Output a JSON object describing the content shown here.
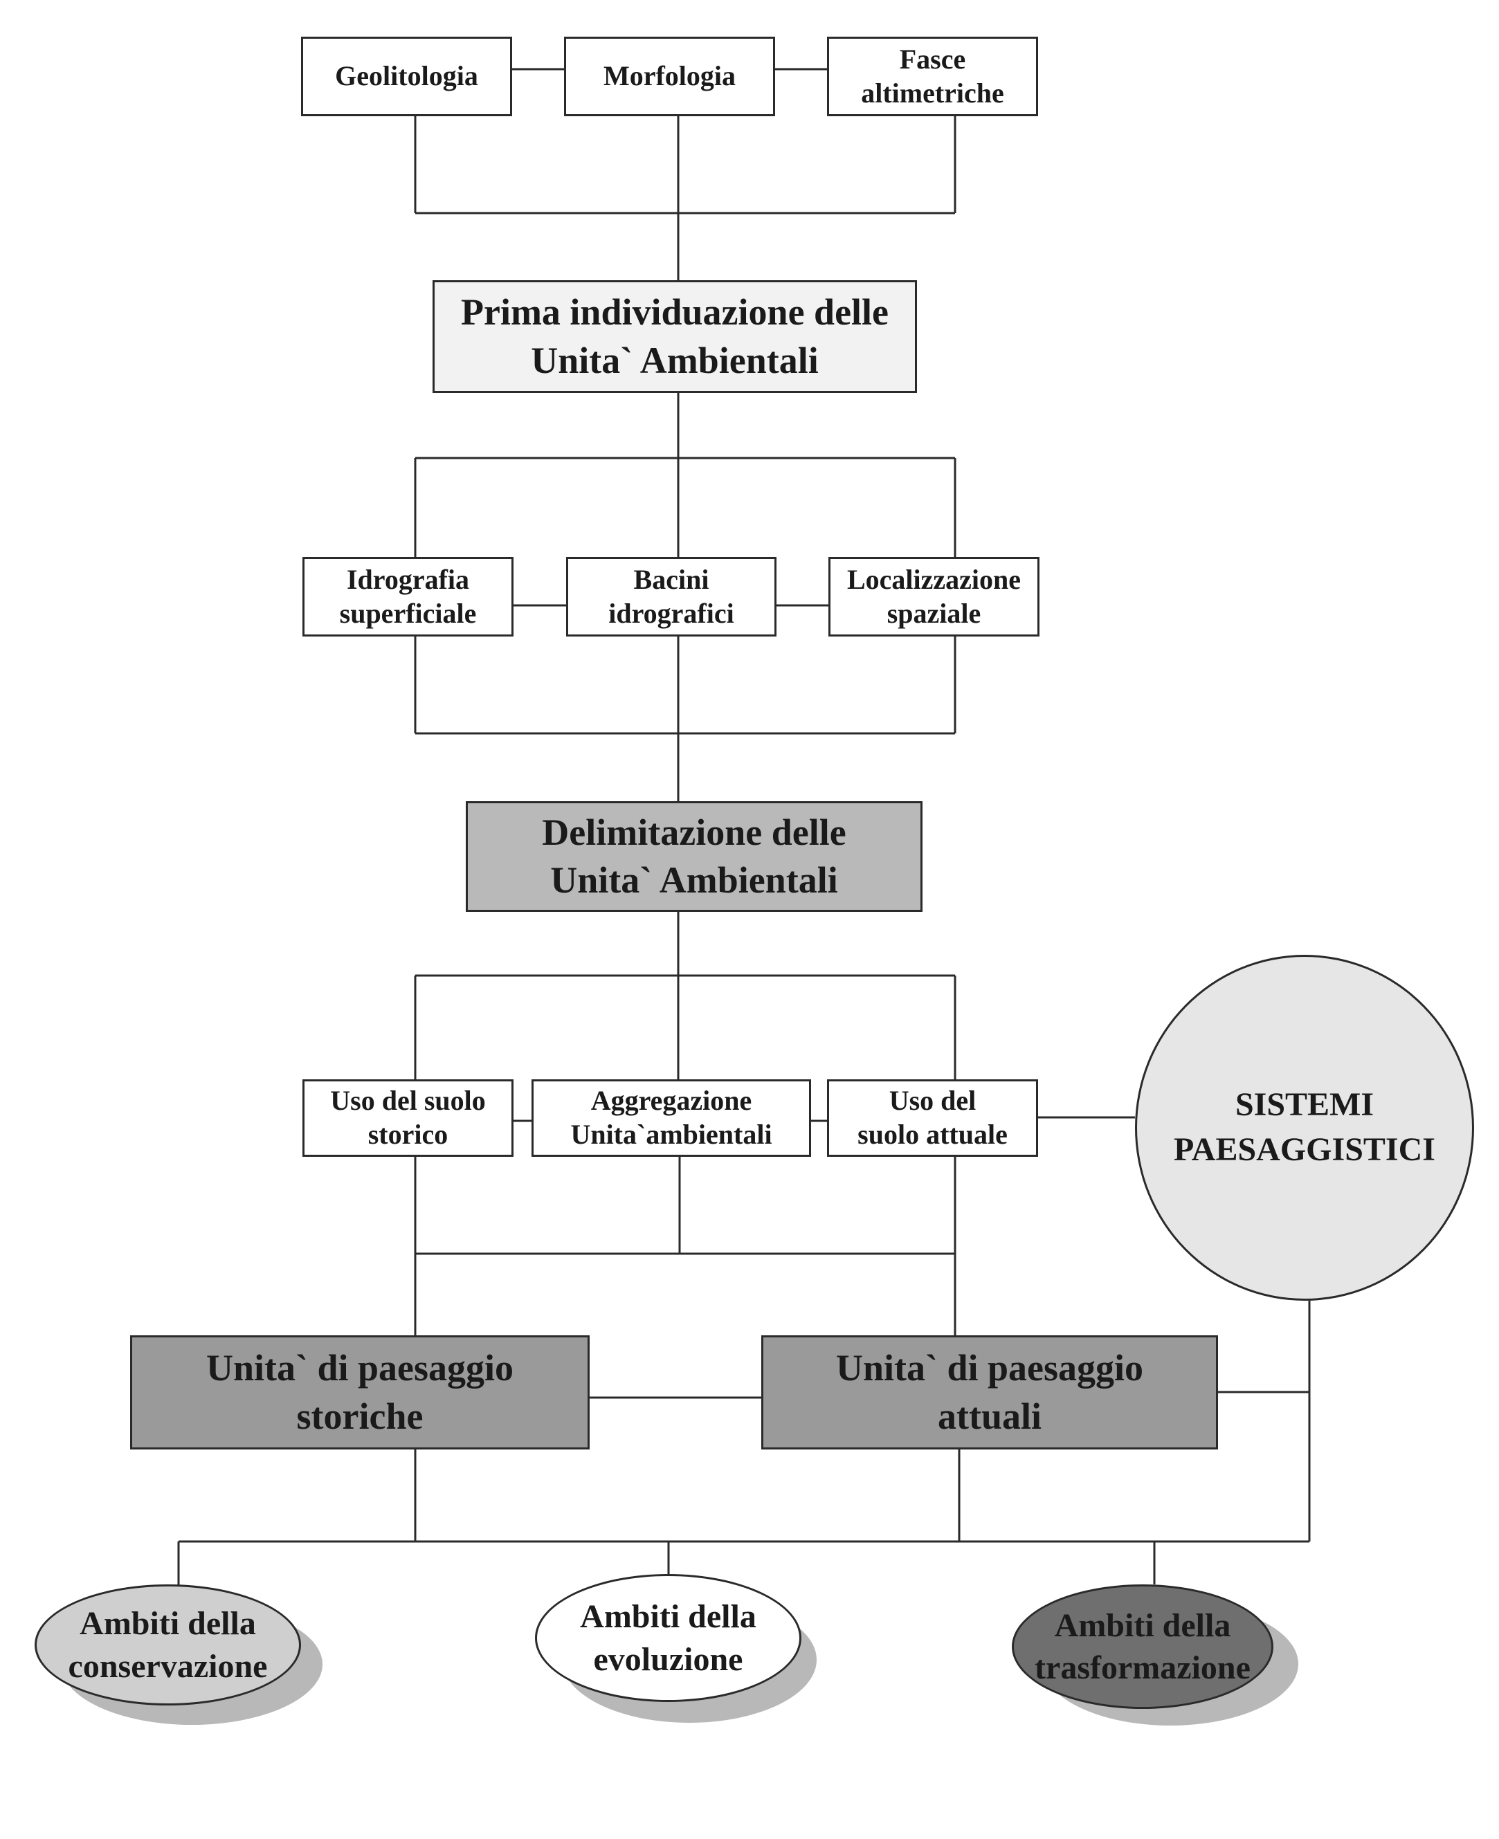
{
  "row1": {
    "geolitologia": "Geolitologia",
    "morfologia": "Morfologia",
    "fasce": [
      "Fasce",
      "altimetriche"
    ]
  },
  "prima": [
    "Prima individuazione delle",
    "Unita` Ambientali"
  ],
  "row2": {
    "idrografia": [
      "Idrografia",
      "superficiale"
    ],
    "bacini": [
      "Bacini",
      "idrografici"
    ],
    "localizzazione": [
      "Localizzazione",
      "spaziale"
    ]
  },
  "delimitazione": [
    "Delimitazione delle",
    "Unita` Ambientali"
  ],
  "row3": {
    "uso_storico": [
      "Uso del suolo",
      "storico"
    ],
    "aggregazione": [
      "Aggregazione",
      "Unita`ambientali"
    ],
    "uso_attuale": [
      "Uso del",
      "suolo attuale"
    ]
  },
  "sistemi": [
    "SISTEMI",
    "PAESAGGISTICI"
  ],
  "unita_storiche": [
    "Unita` di paesaggio",
    "storiche"
  ],
  "unita_attuali": [
    "Unita` di paesaggio",
    "attuali"
  ],
  "ambiti": {
    "conservazione": [
      "Ambiti della",
      "conservazione"
    ],
    "evoluzione": [
      "Ambiti della",
      "evoluzione"
    ],
    "trasformazione": [
      "Ambiti della",
      "trasformazione"
    ]
  }
}
